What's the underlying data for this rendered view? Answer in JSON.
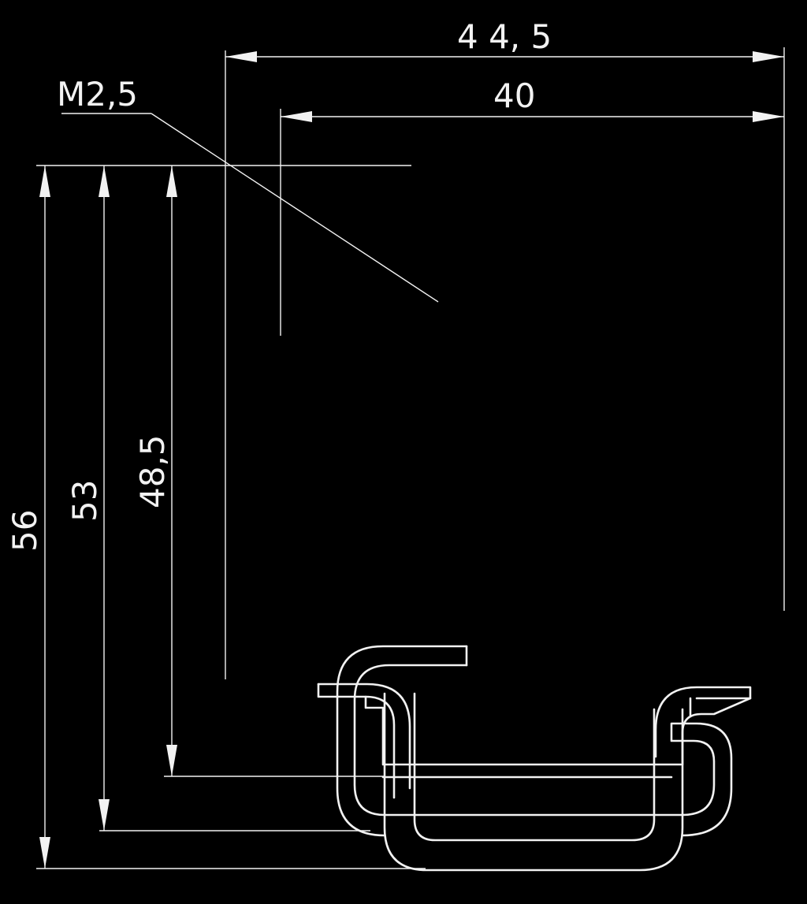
{
  "drawing": {
    "dim_top_overall": "4 4, 5",
    "dim_top_inner": "40",
    "thread_callout": "M2,5",
    "dim_height_total": "56",
    "dim_height_mid": "53",
    "dim_height_inner": "48,5"
  }
}
